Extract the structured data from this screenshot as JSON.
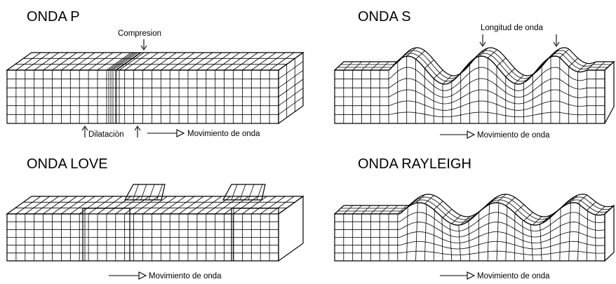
{
  "panels": [
    {
      "id": "p",
      "title": "ONDA P",
      "labels": {
        "compression": "Compresion",
        "dilatation": "Dilataciòn",
        "motion": "Movimiento de onda"
      }
    },
    {
      "id": "s",
      "title": "ONDA S",
      "labels": {
        "wavelength": "Longitud de onda",
        "motion": "Movimiento de onda"
      }
    },
    {
      "id": "love",
      "title": "ONDA LOVE",
      "labels": {
        "motion": "Movimiento de onda"
      }
    },
    {
      "id": "rayleigh",
      "title": "ONDA RAYLEIGH",
      "labels": {
        "motion": "Movimiento de onda"
      }
    }
  ]
}
